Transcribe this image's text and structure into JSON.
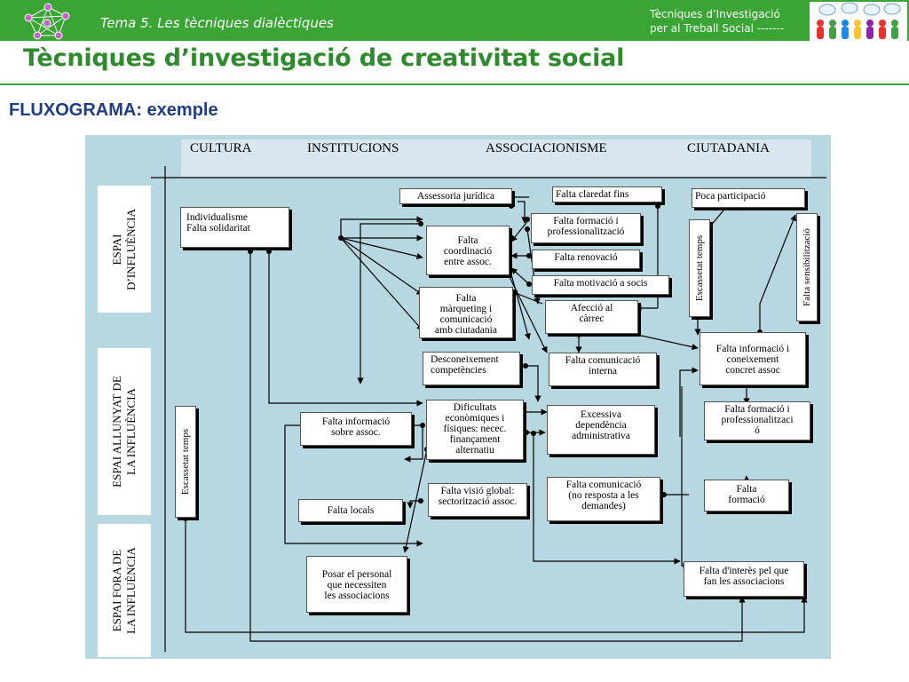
{
  "header": {
    "topic": "Tema 5. Les tècniques dialèctiques",
    "course_line1": "Tècniques       d’Investigació",
    "course_line2": "per al Treball Social -------"
  },
  "title": "Tècniques d’investigació de creativitat social",
  "subtitle": "FLUXOGRAMA: exemple",
  "columns": [
    "CULTURA",
    "INSTITUCIONS",
    "ASSOCIACIONISME",
    "CIUTADANIA"
  ],
  "spaces": {
    "influence": "ESPAI\nD’INFLUÈNCIA",
    "away": "ESPAI ALLUNYAT DE\nLA INFLUÈNCIA",
    "outside": "ESPAI FORA DE\nLA INFLUÈNCIA"
  },
  "boxes": {
    "individualisme": "Individualisme\nFalta solidaritat",
    "assessoria": "Assessoria jurídica",
    "claredat": "Falta claredat fins",
    "poca_participacio": "Poca participació",
    "formacio_prof": "Falta formació i\nprofessionalització",
    "coordinacio": "Falta\ncoordinació\nentre assoc.",
    "renovacio": "Falta renovació",
    "motivacio": "Falta motivació a socis",
    "marqueting": "Falta\nmàrqueting i\ncomunicació\namb ciutadania",
    "afeccio": "Afecció al\ncàrrec",
    "escassetat_right": "Escassetat temps",
    "sensibilitzacio": "Falta sensibilització",
    "informacio_coneixement": "Falta informació i\nconeixement\nconcret assoc",
    "desconeixement": "Desconeixement\ncompetències",
    "comunicacio_interna": "Falta comunicació\ninterna",
    "dificultats": "Dificultats\neconòmiques i\nfísiques: necec.\nfinançament\nalternatiu",
    "informacio_assoc": "Falta informació\nsobre assoc.",
    "excessiva": "Excessiva\ndependència\nadministrativa",
    "formacio_prof2": "Falta formació i\nprofessionalitzaci\nó",
    "escassetat_left": "Escassetat temps",
    "visio_global": "Falta visió global:\nsectorització assoc.",
    "locals": "Falta locals",
    "comunicacio_resposta": "Falta comunicació\n(no resposta a les\ndemandes)",
    "formacio": "Falta\nformació",
    "personal": "Posar el personal\nque necessiten\nles associacions",
    "interes": "Falta d'interès pel que\nfan les associacions"
  },
  "colors": {
    "header_green": "#3aa435",
    "title_green": "#2d8b2b",
    "subtitle_blue": "#1f3c88",
    "diagram_bg": "#b7d7e1"
  }
}
